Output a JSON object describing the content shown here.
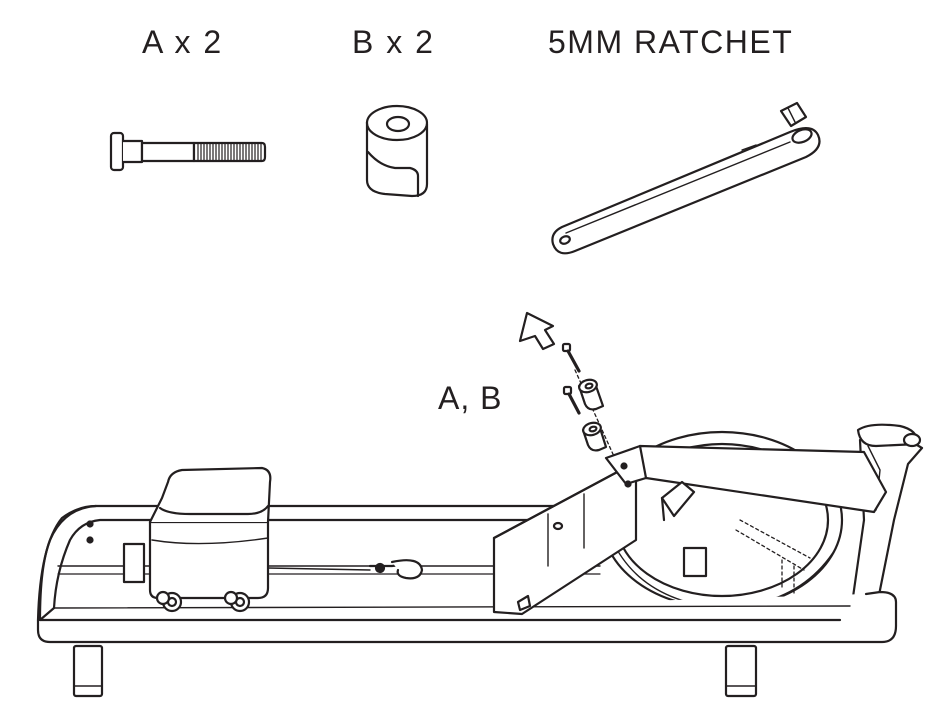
{
  "labels": {
    "part_a": "A x 2",
    "part_b": "B x 2",
    "tool": "5MM RATCHET",
    "callout": "A, B"
  },
  "colors": {
    "line": "#231f20",
    "background": "#ffffff"
  }
}
